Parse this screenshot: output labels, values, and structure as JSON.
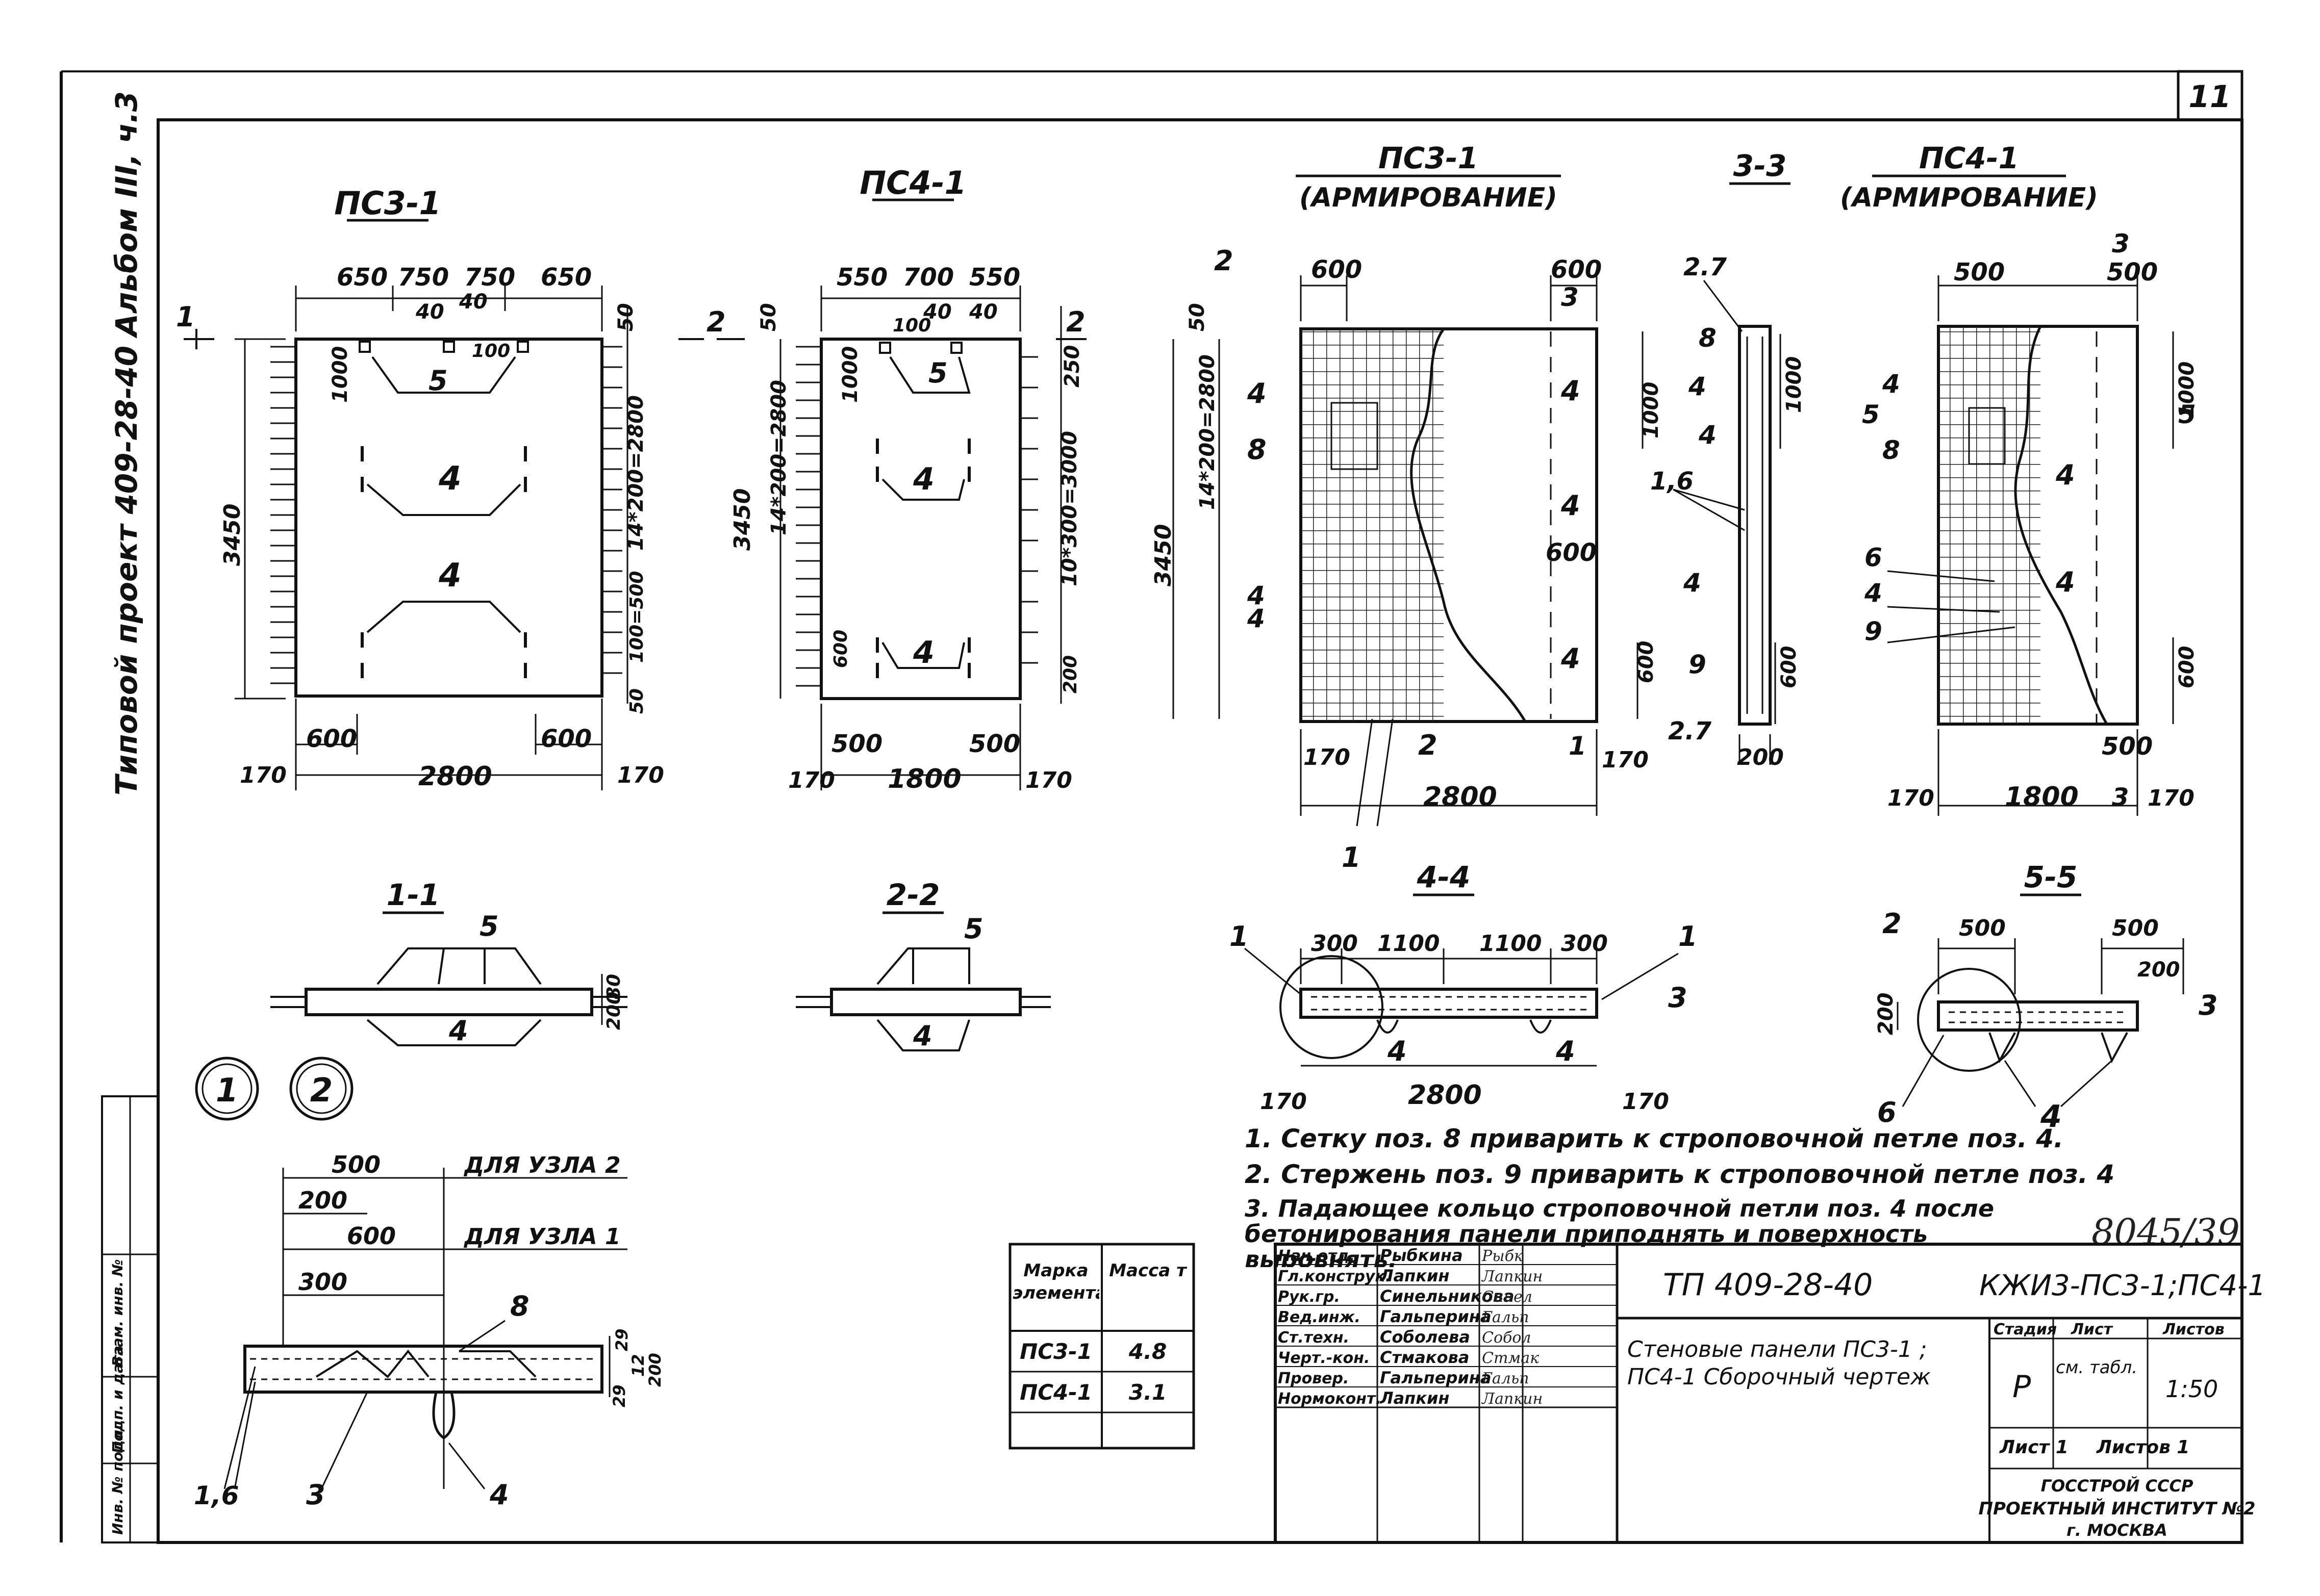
{
  "sheet_number": "11",
  "side_labels": {
    "album": "Альбом III, ч.3",
    "project": "Типовой проект 409-28-40",
    "stamp": [
      "Инв. № подл.",
      "Подп. и дата",
      "Взам. инв. №"
    ]
  },
  "views": {
    "ps3_front": {
      "title": "ПС3-1",
      "dims": [
        "650",
        "750",
        "750",
        "650",
        "40",
        "40",
        "100",
        "1000",
        "3450",
        "50",
        "14*200=2800",
        "100=500",
        "50",
        "600",
        "600",
        "2800",
        "170",
        "170"
      ],
      "labels": [
        "5",
        "4",
        "4",
        "1"
      ]
    },
    "ps4_front": {
      "title": "ПС4-1",
      "dims": [
        "550",
        "700",
        "550",
        "40",
        "40",
        "100",
        "1000",
        "3450",
        "14*200=2800",
        "50",
        "250",
        "10*300=3000",
        "500",
        "500",
        "1800",
        "170",
        "170",
        "600",
        "200"
      ],
      "labels": [
        "5",
        "4",
        "4",
        "2",
        "2"
      ]
    },
    "ps3_reinf": {
      "title": "ПС3-1",
      "subtitle": "(АРМИРОВАНИЕ)",
      "dims": [
        "600",
        "600",
        "3450",
        "14*200=2800",
        "1000",
        "600",
        "600",
        "170",
        "2800",
        "170",
        "50"
      ],
      "labels": [
        "2",
        "4",
        "8",
        "4",
        "4",
        "1",
        "2",
        "3",
        "4",
        "4",
        "4",
        "1"
      ]
    },
    "sec_33": {
      "title": "3-3",
      "dims": [
        "1000",
        "600",
        "200"
      ],
      "labels": [
        "2.7",
        "8",
        "4",
        "4",
        "1,6",
        "4",
        "9",
        "2.7"
      ]
    },
    "ps4_reinf": {
      "title": "ПС4-1",
      "subtitle": "(АРМИРОВАНИЕ)",
      "dims": [
        "500",
        "500",
        "1000",
        "600",
        "500",
        "170",
        "1800",
        "170"
      ],
      "labels": [
        "3",
        "4",
        "5",
        "8",
        "4",
        "6",
        "4",
        "9",
        "4",
        "5",
        "3"
      ]
    },
    "sec_11": {
      "title": "1-1",
      "dims": [
        "80",
        "200"
      ],
      "labels": [
        "5",
        "4"
      ]
    },
    "sec_22": {
      "title": "2-2",
      "labels": [
        "5",
        "4"
      ]
    },
    "sec_44": {
      "title": "4-4",
      "dims": [
        "300",
        "1100",
        "1100",
        "300",
        "170",
        "2800",
        "170"
      ],
      "labels": [
        "1",
        "1",
        "3",
        "4",
        "4"
      ]
    },
    "sec_55": {
      "title": "5-5",
      "dims": [
        "500",
        "500",
        "200",
        "200"
      ],
      "labels": [
        "2",
        "3",
        "6",
        "4"
      ]
    },
    "node": {
      "circles": [
        "1",
        "2"
      ],
      "dims": [
        "500",
        "200",
        "600",
        "300",
        "29",
        "29",
        "12",
        "200"
      ],
      "notes": [
        "ДЛЯ УЗЛА 2",
        "ДЛЯ УЗЛА 1"
      ],
      "labels": [
        "8",
        "1,6",
        "3",
        "4"
      ]
    }
  },
  "notes": [
    "1. Сетку поз. 8 приварить к строповочной петле поз. 4.",
    "2. Стержень поз. 9 приварить к строповочной петле поз. 4",
    "3. Падающее кольцо строповочной петли поз. 4 после бетонирования панели приподнять и поверхность выровнять."
  ],
  "archive_number": "8045/39",
  "mass_table": {
    "headers": [
      "Марка элемента",
      "Масса т"
    ],
    "rows": [
      [
        "ПС3-1",
        "4.8"
      ],
      [
        "ПС4-1",
        "3.1"
      ]
    ]
  },
  "title_block": {
    "staff": [
      [
        "Нач.отд.",
        "Рыбкина"
      ],
      [
        "Гл.конструк.",
        "Лапкин"
      ],
      [
        "Рук.гр.",
        "Синельникова"
      ],
      [
        "Вед.инж.",
        "Гальперина"
      ],
      [
        "Ст.техн.",
        "Соболева"
      ],
      [
        "Черт.-кон.",
        "Стмакова"
      ],
      [
        "Провер.",
        "Гальперина"
      ],
      [
        "Нормоконт.",
        "Лапкин"
      ]
    ],
    "signatures": [
      "Рыбк",
      "Лапкин",
      "Синел",
      "Гальп",
      "Собол",
      "Стмак",
      "Гальп",
      "Лапкин"
    ],
    "project_code": "ТП 409-28-40",
    "drawing_code": "КЖИ3-ПС3-1;ПС4-1",
    "drawing_title": "Стеновые панели ПС3-1 ; ПС4-1 Сборочный чертеж",
    "stage_header": "Стадия",
    "sheet_header": "Лист",
    "sheets_header": "Листов",
    "stage": "Р",
    "sheet": "см. табл.",
    "scale": "1:50",
    "sheet_line": "Лист 1",
    "sheets_line": "Листов 1",
    "org": [
      "ГОССТРОЙ СССР",
      "ПРОЕКТНЫЙ ИНСТИТУТ №2",
      "г. МОСКВА"
    ]
  }
}
